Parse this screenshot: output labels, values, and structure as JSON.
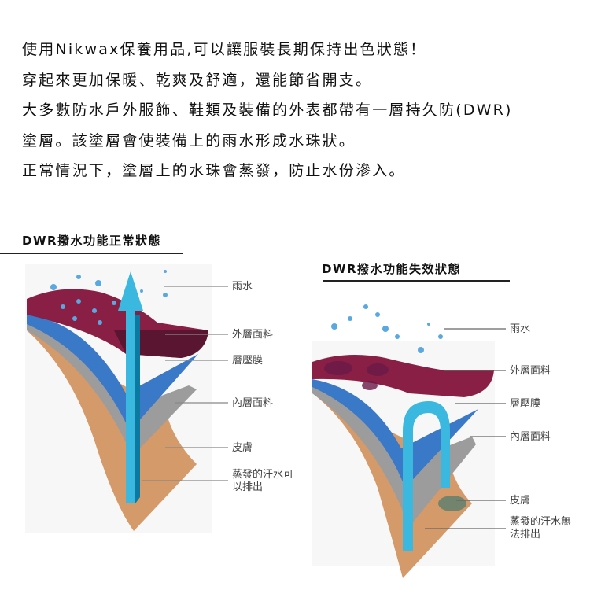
{
  "intro": {
    "lines": [
      "使用Nikwax保養用品,可以讓服裝長期保持出色狀態！",
      "穿起來更加保暖、乾爽及舒適，還能節省開支。",
      "大多數防水戶外服飾、鞋類及裝備的外表都帶有一層持久防(DWR)",
      "塗層。該塗層會使裝備上的雨水形成水珠狀。",
      "正常情況下，塗層上的水珠會蒸發，防止水份滲入。"
    ]
  },
  "diagram_normal": {
    "title": "DWR撥水功能正常狀態",
    "labels": [
      "雨水",
      "外層面料",
      "層壓膜",
      "內層面料",
      "皮膚",
      "蒸發的汗水可",
      "以排出"
    ]
  },
  "diagram_failed": {
    "title": "DWR撥水功能失效狀態",
    "labels": [
      "雨水",
      "外層面料",
      "層壓膜",
      "內層面料",
      "皮膚",
      "蒸發的汗水無",
      "法排出"
    ]
  },
  "colors": {
    "outer_fabric": "#8a1f45",
    "membrane": "#3a78c8",
    "inner_fabric": "#9c9c9c",
    "skin": "#d49a6a",
    "vapor": "#3ab8e0"
  }
}
